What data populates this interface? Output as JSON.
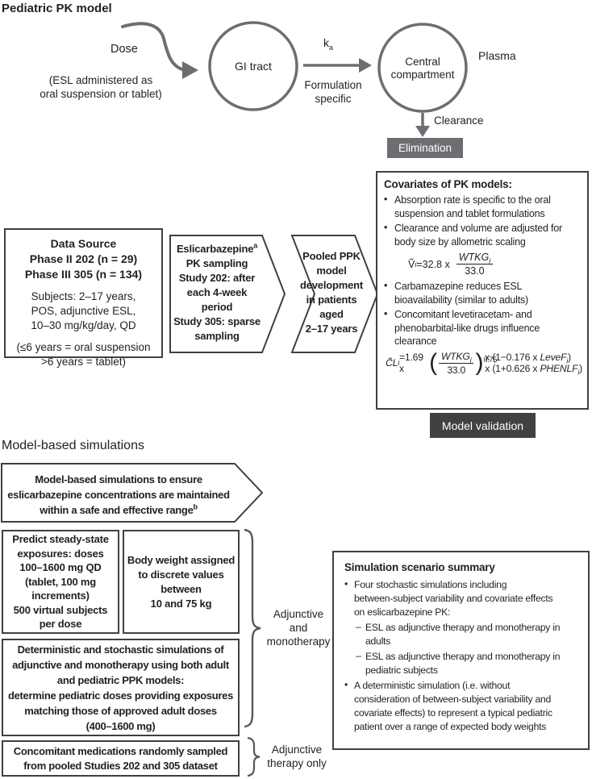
{
  "title": "Pediatric PK model",
  "section2_title": "Model-based simulations",
  "pk_diagram": {
    "dose_label": "Dose",
    "dose_note": "(ESL administered as\noral suspension or tablet)",
    "gi_tract": "GI tract",
    "ka_base": "k",
    "ka_sub": "a",
    "ka_note": "Formulation\nspecific",
    "central": "Central\ncompartment",
    "plasma": "Plasma",
    "clearance": "Clearance",
    "elimination": "Elimination"
  },
  "data_source": {
    "bold_lines": "Data Source\nPhase II 202 (n = 29)\nPhase III 305 (n = 134)",
    "subjects": "Subjects: 2–17 years,\nPOS, adjunctive ESL,\n10–30 mg/kg/day, QD",
    "formulation_note": "(≤6 years = oral suspension\n>6 years = tablet)"
  },
  "sampling_chevron": {
    "line1": "Eslicarbazepine",
    "sup": "a",
    "rest": "\nPK sampling\nStudy 202: after\neach 4-week\nperiod\nStudy 305: sparse\nsampling"
  },
  "pooled_chevron": {
    "text": "Pooled PPK\nmodel\ndevelopment\nin patients\naged\n2–17 years"
  },
  "covariates": {
    "title": "Covariates of PK models:",
    "bullet_glyph": "•",
    "bullet1": "Absorption rate is specific to the oral\nsuspension and tablet formulations",
    "bullet2": "Clearance and volume are adjusted for\nbody size by allometric scaling",
    "bullet3": "Carbamazepine reduces ESL\nbioavailability (similar to adults)",
    "bullet4": "Concomitant levetiracetam- and\nphenobarbital-like drugs influence\nclearance",
    "formula_v": {
      "lhs": "Ṽ",
      "lhs_sub": "i",
      "eq": "=32.8 x",
      "num": "WTKG",
      "num_sub": "i",
      "den": "33.0"
    },
    "formula_cl": {
      "lhs": "C̃L",
      "lhs_sub": "i",
      "eq": "=1.69 x",
      "num": "WTKG",
      "num_sub": "i",
      "den": "33.0",
      "exp": "0.75",
      "t1": "x (1−0.176 x ",
      "v1": "LeveF",
      "v1_sub": "i",
      "c1": ")",
      "t2": "x (1+0.626 x ",
      "v2": "PHENLF",
      "v2_sub": "i",
      "c2": ")"
    }
  },
  "model_validation": "Model validation",
  "sim_chevron": {
    "line_main": "Model-based simulations to ensure\neslicarbazepine concentrations are maintained\nwithin a safe and effective range",
    "sup": "b"
  },
  "box_predict": "Predict steady-state\nexposures: doses\n100–1600 mg QD\n(tablet, 100 mg\nincrements)\n500 virtual subjects\nper dose",
  "box_weight": "Body weight assigned\nto discrete values\nbetween\n10 and 75 kg",
  "box_deterministic": "Deterministic and stochastic simulations of\nadjunctive and monotherapy using both adult\nand pediatric PPK models:\ndetermine pediatric doses providing exposures\nmatching those of approved adult doses\n(400–1600 mg)",
  "box_concomitant": "Concomitant medications randomly sampled\nfrom pooled Studies 202 and 305 dataset",
  "brace1_label": "Adjunctive\nand\nmonotherapy",
  "brace2_label": "Adjunctive\ntherapy only",
  "sim_summary": {
    "title": "Simulation scenario summary",
    "bullet_glyph": "•",
    "dash_glyph": "–",
    "bullet1": "Four stochastic simulations including\nbetween-subject variability and covariate effects\non eslicarbazepine PK:",
    "sub1": "ESL as adjunctive therapy and monotherapy in\nadults",
    "sub2": "ESL as adjunctive therapy and monotherapy in\npediatric subjects",
    "bullet2": "A deterministic simulation (i.e. without\nconsideration of between-subject variability and\ncovariate effects) to represent a typical pediatric\npatient over a range of expected body weights"
  },
  "colors": {
    "ink": "#231f20",
    "shape_gray": "#6d6e71",
    "elimination_bg": "#6d6e71",
    "validation_bg": "#414042"
  }
}
